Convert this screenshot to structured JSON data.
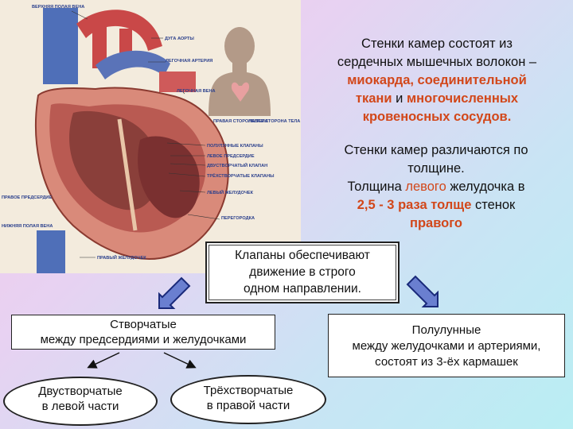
{
  "illustration": {
    "labels": {
      "superior_vena_cava": "ВЕРХНЯЯ ПОЛАЯ ВЕНА",
      "aortic_arch": "ДУГА АОРТЫ",
      "pulmonary_artery": "ЛЕГОЧНАЯ АРТЕРИЯ",
      "pulmonary_vein": "ЛЕГОЧНАЯ ВЕНА",
      "right_side": "ПРАВАЯ СТОРОНА ТЕЛА",
      "left_side": "ЛЕВАЯ СТОРОНА ТЕЛА",
      "semilunar_valves": "ПОЛУЛУННЫЕ КЛАПАНЫ",
      "left_atrium": "ЛЕВОЕ ПРЕДСЕРДИЕ",
      "bicuspid_valve": "ДВУСТВОРЧАТЫЙ КЛАПАН",
      "right_atrium": "ПРАВОЕ ПРЕДСЕРДИЕ",
      "tricuspid_valves": "ТРЁХСТВОРЧАТЫЕ КЛАПАНЫ",
      "left_ventricle": "ЛЕВЫЙ ЖЕЛУДОЧЕК",
      "inferior_vena_cava": "НИЖНЯЯ ПОЛАЯ ВЕНА",
      "septum": "ПЕРЕГОРОДКА",
      "right_ventricle": "ПРАВЫЙ ЖЕЛУДОЧЕК"
    }
  },
  "text1": {
    "line1": "Стенки камер состоят из",
    "line2": "сердечных мышечных волокон –",
    "line3": "миокарда, соединительной",
    "line4a": "ткани",
    "line4b": " и ",
    "line4c": "многочисленных",
    "line5": "кровеносных сосудов."
  },
  "text2": {
    "line1": "Стенки камер различаются по",
    "line2": "толщине.",
    "line3a": "Толщина ",
    "line3b": "левого",
    "line3c": " желудочка в",
    "line4a": "2,5  - 3 раза толще",
    "line4b": " стенок",
    "line5": "правого"
  },
  "valves": {
    "main": {
      "line1": "Клапаны обеспечивают",
      "line2": "движение в строго",
      "line3": "одном направлении."
    },
    "leaflet": {
      "title": "Створчатые",
      "subtitle": "между предсердиями и желудочками"
    },
    "semilunar": {
      "title": "Полулунные",
      "line2": "между желудочками и артериями,",
      "line3": "состоят из 3-ёх кармашек"
    },
    "bicuspid": {
      "title": "Двустворчатые",
      "subtitle": "в левой части"
    },
    "tricuspid": {
      "title": "Трёхстворчатые",
      "subtitle": "в правой части"
    }
  },
  "colors": {
    "highlight": "#d2471a",
    "arrow_fill": "#6a7fd0",
    "arrow_outline": "#1a2a7a"
  }
}
